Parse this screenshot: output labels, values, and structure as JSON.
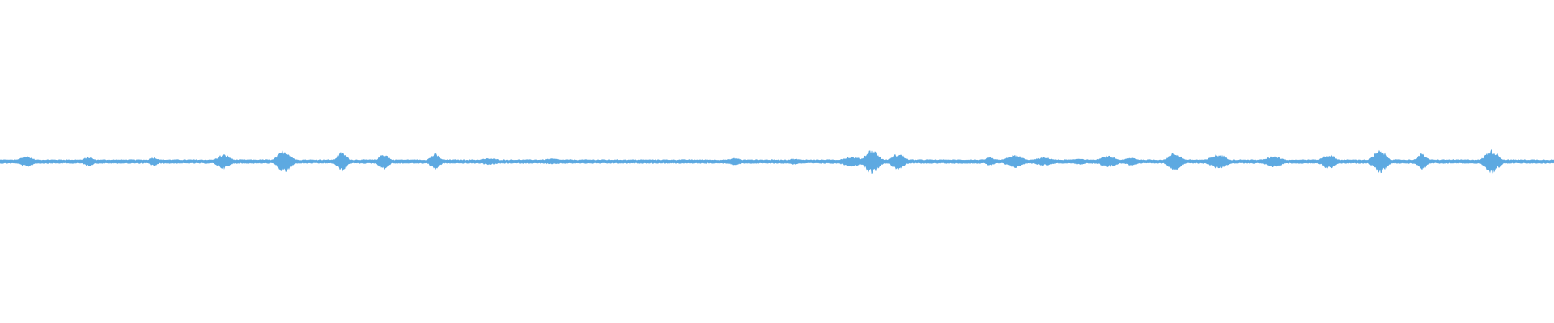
{
  "waveform": {
    "color": "#5DA9E1",
    "background": "#ffffff",
    "baseline_amplitude": 0.012,
    "bursts": [
      {
        "t": 0.017,
        "amp": 0.035,
        "w": 0.004
      },
      {
        "t": 0.057,
        "amp": 0.03,
        "w": 0.003
      },
      {
        "t": 0.099,
        "amp": 0.028,
        "w": 0.003
      },
      {
        "t": 0.144,
        "amp": 0.045,
        "w": 0.004
      },
      {
        "t": 0.183,
        "amp": 0.07,
        "w": 0.004
      },
      {
        "t": 0.22,
        "amp": 0.06,
        "w": 0.003
      },
      {
        "t": 0.247,
        "amp": 0.05,
        "w": 0.003
      },
      {
        "t": 0.28,
        "amp": 0.05,
        "w": 0.003
      },
      {
        "t": 0.315,
        "amp": 0.02,
        "w": 0.006
      },
      {
        "t": 0.355,
        "amp": 0.018,
        "w": 0.006
      },
      {
        "t": 0.473,
        "amp": 0.022,
        "w": 0.004
      },
      {
        "t": 0.511,
        "amp": 0.018,
        "w": 0.004
      },
      {
        "t": 0.548,
        "amp": 0.03,
        "w": 0.006
      },
      {
        "t": 0.561,
        "amp": 0.075,
        "w": 0.004
      },
      {
        "t": 0.578,
        "amp": 0.05,
        "w": 0.004
      },
      {
        "t": 0.637,
        "amp": 0.025,
        "w": 0.003
      },
      {
        "t": 0.653,
        "amp": 0.04,
        "w": 0.005
      },
      {
        "t": 0.672,
        "amp": 0.025,
        "w": 0.006
      },
      {
        "t": 0.695,
        "amp": 0.02,
        "w": 0.004
      },
      {
        "t": 0.713,
        "amp": 0.035,
        "w": 0.005
      },
      {
        "t": 0.728,
        "amp": 0.025,
        "w": 0.004
      },
      {
        "t": 0.756,
        "amp": 0.055,
        "w": 0.004
      },
      {
        "t": 0.784,
        "amp": 0.045,
        "w": 0.005
      },
      {
        "t": 0.82,
        "amp": 0.035,
        "w": 0.005
      },
      {
        "t": 0.855,
        "amp": 0.045,
        "w": 0.004
      },
      {
        "t": 0.888,
        "amp": 0.07,
        "w": 0.004
      },
      {
        "t": 0.915,
        "amp": 0.05,
        "w": 0.003
      },
      {
        "t": 0.96,
        "amp": 0.075,
        "w": 0.004
      }
    ]
  }
}
